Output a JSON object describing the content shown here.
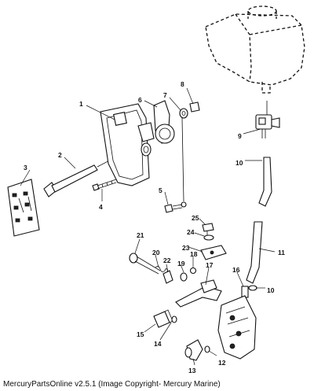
{
  "diagram": {
    "callouts": [
      "1",
      "2",
      "3",
      "4",
      "5",
      "6",
      "7",
      "8",
      "9",
      "10",
      "10",
      "11",
      "12",
      "13",
      "14",
      "15",
      "16",
      "17",
      "18",
      "19",
      "20",
      "21",
      "22",
      "23",
      "24",
      "25"
    ]
  },
  "footer": {
    "text": "MercuryPartsOnline v2.5.1 (Image Copyright- Mercury Marine)"
  }
}
